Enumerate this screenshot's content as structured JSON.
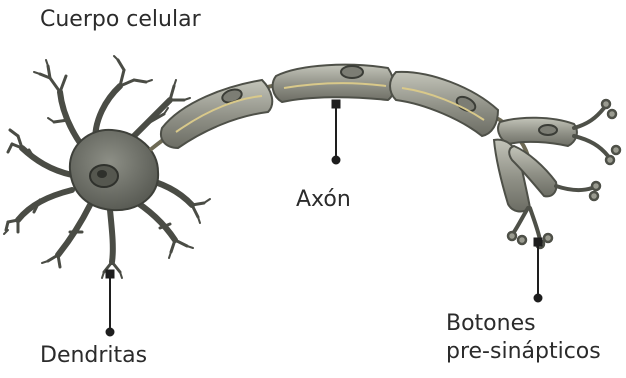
{
  "labels": {
    "cell_body": "Cuerpo celular",
    "axon": "Axón",
    "dendrites": "Dendritas",
    "terminals_line1": "Botones",
    "terminals_line2": "pre-sinápticos"
  },
  "colors": {
    "soma_fill": "#6f7169",
    "soma_stroke": "#3e403a",
    "myelin_fill": "#9a9b90",
    "myelin_stroke": "#4e5048",
    "axon_core": "#d9c98a",
    "leader": "#1e1e1e",
    "text": "#2b2b2b"
  }
}
